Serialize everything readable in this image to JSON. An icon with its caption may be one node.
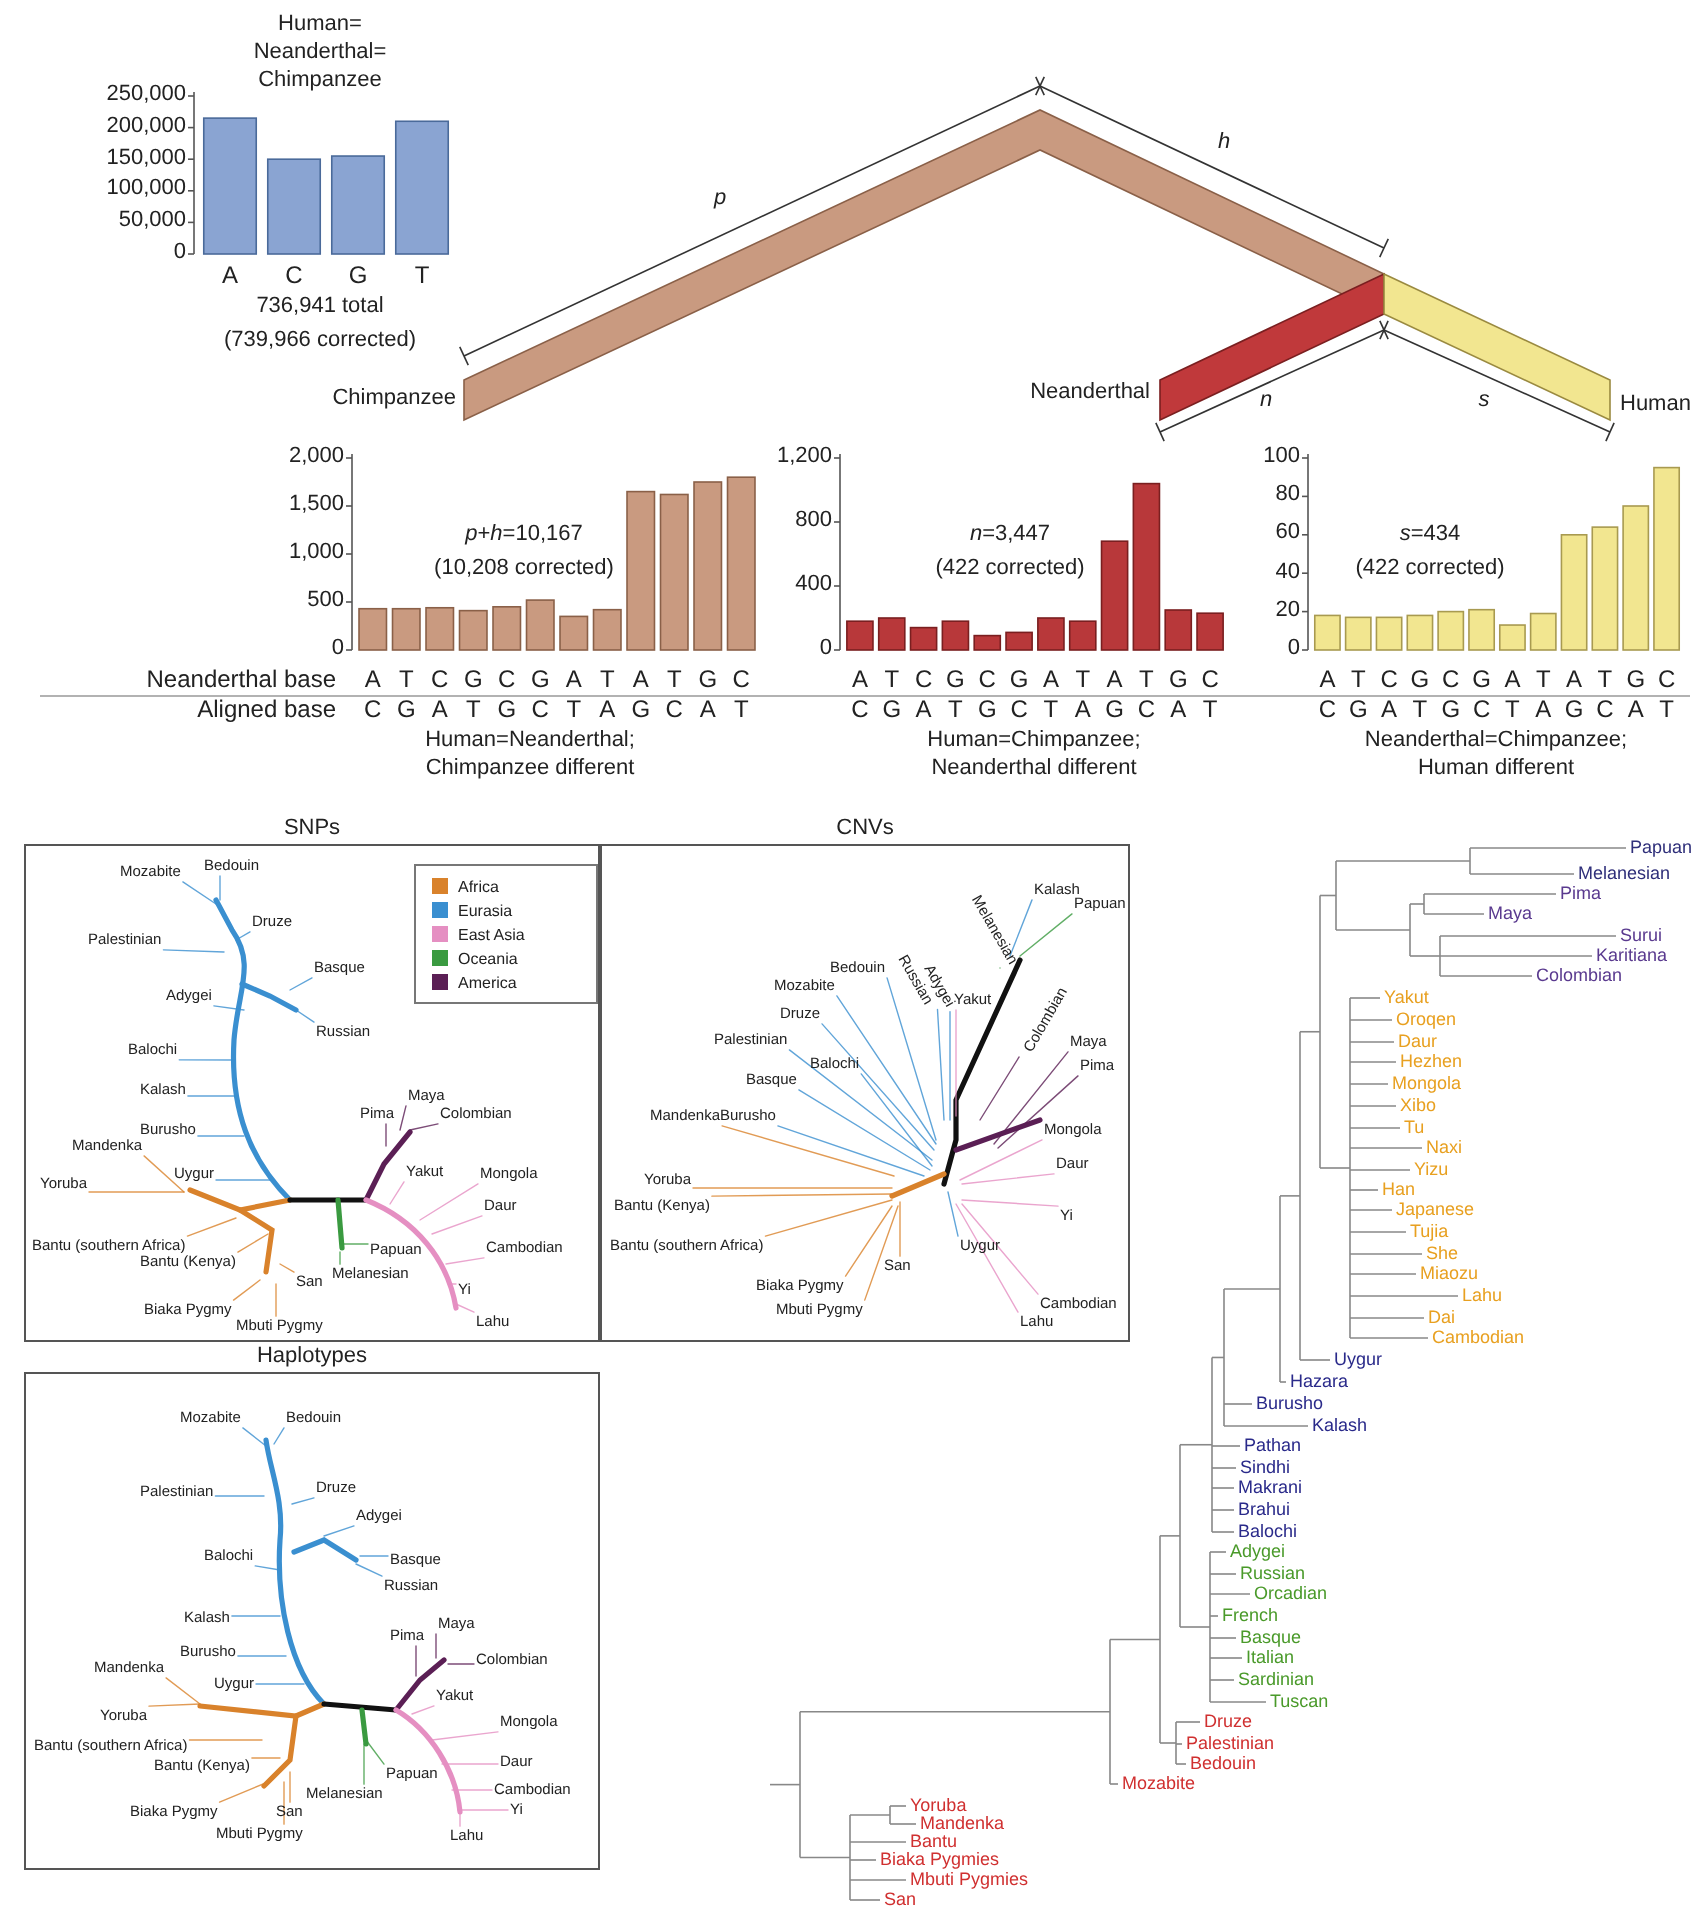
{
  "diagram": {
    "nodes": [
      {
        "text": [
          "SNPs"
        ]
      },
      {
        "text": [
          "CNVs"
        ]
      },
      {
        "text": [
          "Haplotypes"
        ]
      }
    ],
    "labels": [
      "p",
      "h",
      "Chimpanzee",
      "Neanderthal",
      "n",
      "s",
      "Human",
      "Neanderthal base",
      "Aligned base",
      "C",
      "G",
      "A",
      "T",
      "G",
      "C",
      "T",
      "A",
      "G",
      "C",
      "A",
      "T",
      "C",
      "G",
      "A",
      "T",
      "G",
      "C",
      "T",
      "A",
      "G",
      "C",
      "A",
      "T",
      "C",
      "G",
      "A",
      "T",
      "G",
      "C",
      "T",
      "A",
      "G",
      "C",
      "A",
      "T",
      "Mozabite",
      "Bedouin",
      "Druze",
      "Palestinian",
      "Basque",
      "Adygei",
      "Russian",
      "Balochi",
      "Kalash",
      "Maya",
      "Burusho",
      "Pima",
      "Colombian",
      "Mandenka",
      "Uygur",
      "Yakut",
      "Mongola",
      "Yoruba",
      "Daur",
      "Bantu (southern Africa)",
      "Cambodian",
      "Bantu (Kenya)",
      "Papuan",
      "San",
      "Melanesian",
      "Yi",
      "Biaka Pygmy",
      "Mbuti Pygmy",
      "Lahu",
      "Kalash",
      "Papuan",
      "Melanesian",
      "Bedouin",
      "Mozabite",
      "Russian",
      "Adygei",
      "Druze",
      "Yakut",
      "Colombian",
      "Palestinian",
      "Maya",
      "Balochi",
      "Pima",
      "Basque",
      "Mandenka",
      "Burusho",
      "Mongola",
      "Daur",
      "Yoruba",
      "Bantu (Kenya)",
      "Yi",
      "Bantu (southern Africa)",
      "Uygur",
      "San",
      "Biaka Pygmy",
      "Mbuti Pygmy",
      "Cambodian",
      "Lahu",
      "Mozabite",
      "Bedouin",
      "Palestinian",
      "Druze",
      "Adygei",
      "Balochi",
      "Basque",
      "Russian",
      "Kalash",
      "Maya",
      "Pima",
      "Burusho",
      "Colombian",
      "Mandenka",
      "Uygur",
      "Yakut",
      "Yoruba",
      "Mongola",
      "Bantu (southern Africa)",
      "Bantu (Kenya)",
      "Papuan",
      "Daur",
      "Melanesian",
      "Cambodian",
      "Biaka Pygmy",
      "San",
      "Yi",
      "Mbuti Pygmy",
      "Lahu",
      "Papuan",
      "Melanesian",
      "Pima",
      "Maya",
      "Surui",
      "Karitiana",
      "Colombian",
      "Yakut",
      "Oroqen",
      "Daur",
      "Hezhen",
      "Mongola",
      "Xibo",
      "Tu",
      "Naxi",
      "Yizu",
      "Han",
      "Japanese",
      "Tujia",
      "She",
      "Miaozu",
      "Lahu",
      "Dai",
      "Cambodian",
      "Uygur",
      "Hazara",
      "Burusho",
      "Kalash",
      "Pathan",
      "Sindhi",
      "Makrani",
      "Brahui",
      "Balochi",
      "Adygei",
      "Russian",
      "Orcadian",
      "French",
      "Basque",
      "Italian",
      "Sardinian",
      "Tuscan",
      "Druze",
      "Palestinian",
      "Bedouin",
      "Mozabite",
      "Yoruba",
      "Mandenka",
      "Bantu",
      "Biaka Pygmies",
      "Mbuti Pygmies",
      "San"
    ],
    "legend": [
      {
        "text": "Africa",
        "color": "#d9822b"
      },
      {
        "text": "Eurasia",
        "color": "#3a8fd0"
      },
      {
        "text": "East Asia",
        "color": "#e58fc2"
      },
      {
        "text": "Oceania",
        "color": "#3a9a40"
      },
      {
        "text": "America",
        "color": "#5b1f55"
      }
    ],
    "chart_data": [
      {
        "type": "bar",
        "title": "Human= Neanderthal= Chimpanzee",
        "categories": [
          "A",
          "C",
          "G",
          "T"
        ],
        "values": [
          215000,
          150000,
          155000,
          210000
        ],
        "ylim": [
          0,
          250000
        ],
        "yticks": [
          {
            "value": 0,
            "label": "0"
          },
          {
            "value": 50000,
            "label": "50,000"
          },
          {
            "value": 100000,
            "label": "100,000"
          },
          {
            "value": 150000,
            "label": "150,000"
          },
          {
            "value": 200000,
            "label": "200,000"
          },
          {
            "value": 250000,
            "label": "250,000"
          }
        ],
        "annotations": [
          "736,941 total",
          "(739,966 corrected)"
        ]
      },
      {
        "type": "bar",
        "xlabel": "Human=Neanderthal; Chimpanzee different",
        "categories": [
          "A",
          "T",
          "C",
          "G",
          "C",
          "G",
          "A",
          "T",
          "A",
          "T",
          "G",
          "C"
        ],
        "values": [
          430,
          430,
          440,
          410,
          450,
          520,
          350,
          420,
          1650,
          1620,
          1750,
          1800
        ],
        "ylim": [
          0,
          2000
        ],
        "yticks": [
          {
            "value": 0,
            "label": "0"
          },
          {
            "value": 500,
            "label": "500"
          },
          {
            "value": 1000,
            "label": "1,000"
          },
          {
            "value": 1500,
            "label": "1,500"
          },
          {
            "value": 2000,
            "label": "2,000"
          }
        ],
        "annotations": [
          "*p*+*h*=10,167",
          "(10,208 corrected)"
        ]
      },
      {
        "type": "bar",
        "xlabel": "Human=Chimpanzee; Neanderthal different",
        "categories": [
          "A",
          "T",
          "C",
          "G",
          "C",
          "G",
          "A",
          "T",
          "A",
          "T",
          "G",
          "C"
        ],
        "values": [
          180,
          200,
          140,
          180,
          90,
          110,
          200,
          180,
          680,
          1040,
          250,
          230
        ],
        "ylim": [
          0,
          1200
        ],
        "yticks": [
          {
            "value": 0,
            "label": "0"
          },
          {
            "value": 400,
            "label": "400"
          },
          {
            "value": 800,
            "label": "800"
          },
          {
            "value": 1200,
            "label": "1,200"
          }
        ],
        "annotations": [
          "*n*=3,447",
          "(422 corrected)"
        ]
      },
      {
        "type": "bar",
        "xlabel": "Neanderthal=Chimpanzee; Human different",
        "categories": [
          "A",
          "T",
          "C",
          "G",
          "C",
          "G",
          "A",
          "T",
          "A",
          "T",
          "G",
          "C"
        ],
        "values": [
          18,
          17,
          17,
          18,
          20,
          21,
          13,
          19,
          60,
          64,
          75,
          95
        ],
        "ylim": [
          0,
          100
        ],
        "yticks": [
          {
            "value": 0,
            "label": "0"
          },
          {
            "value": 20,
            "label": "20"
          },
          {
            "value": 40,
            "label": "40"
          },
          {
            "value": 60,
            "label": "60"
          },
          {
            "value": 80,
            "label": "80"
          },
          {
            "value": 100,
            "label": "100"
          }
        ],
        "annotations": [
          "*s*=434",
          "(422 corrected)"
        ]
      }
    ]
  }
}
